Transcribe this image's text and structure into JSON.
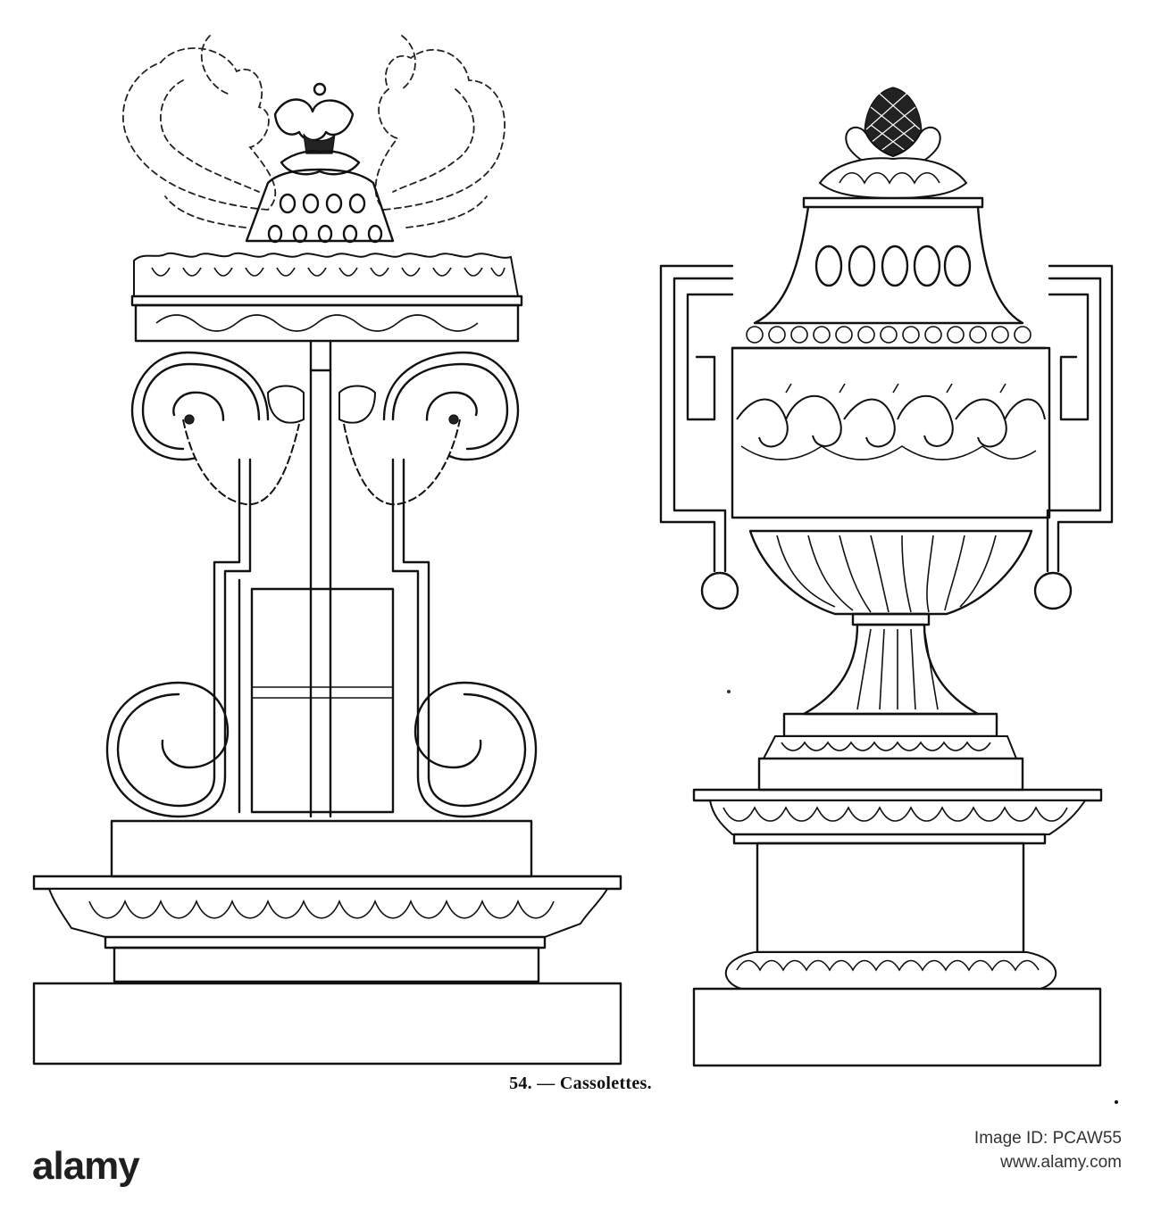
{
  "caption": {
    "number": "54.",
    "dash": "—",
    "title": "Cassolettes."
  },
  "watermark": {
    "logo": "alamy",
    "line1": "Image ID: PCAW55",
    "line2": "www.alamy.com"
  }
}
